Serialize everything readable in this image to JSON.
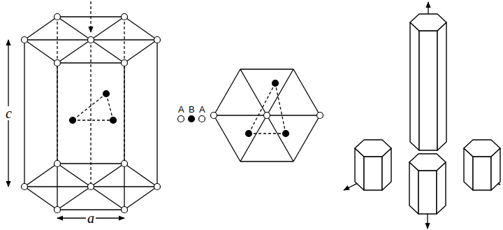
{
  "diagram": {
    "labels": [
      "c",
      "a",
      "A",
      "B",
      "A"
    ]
  }
}
